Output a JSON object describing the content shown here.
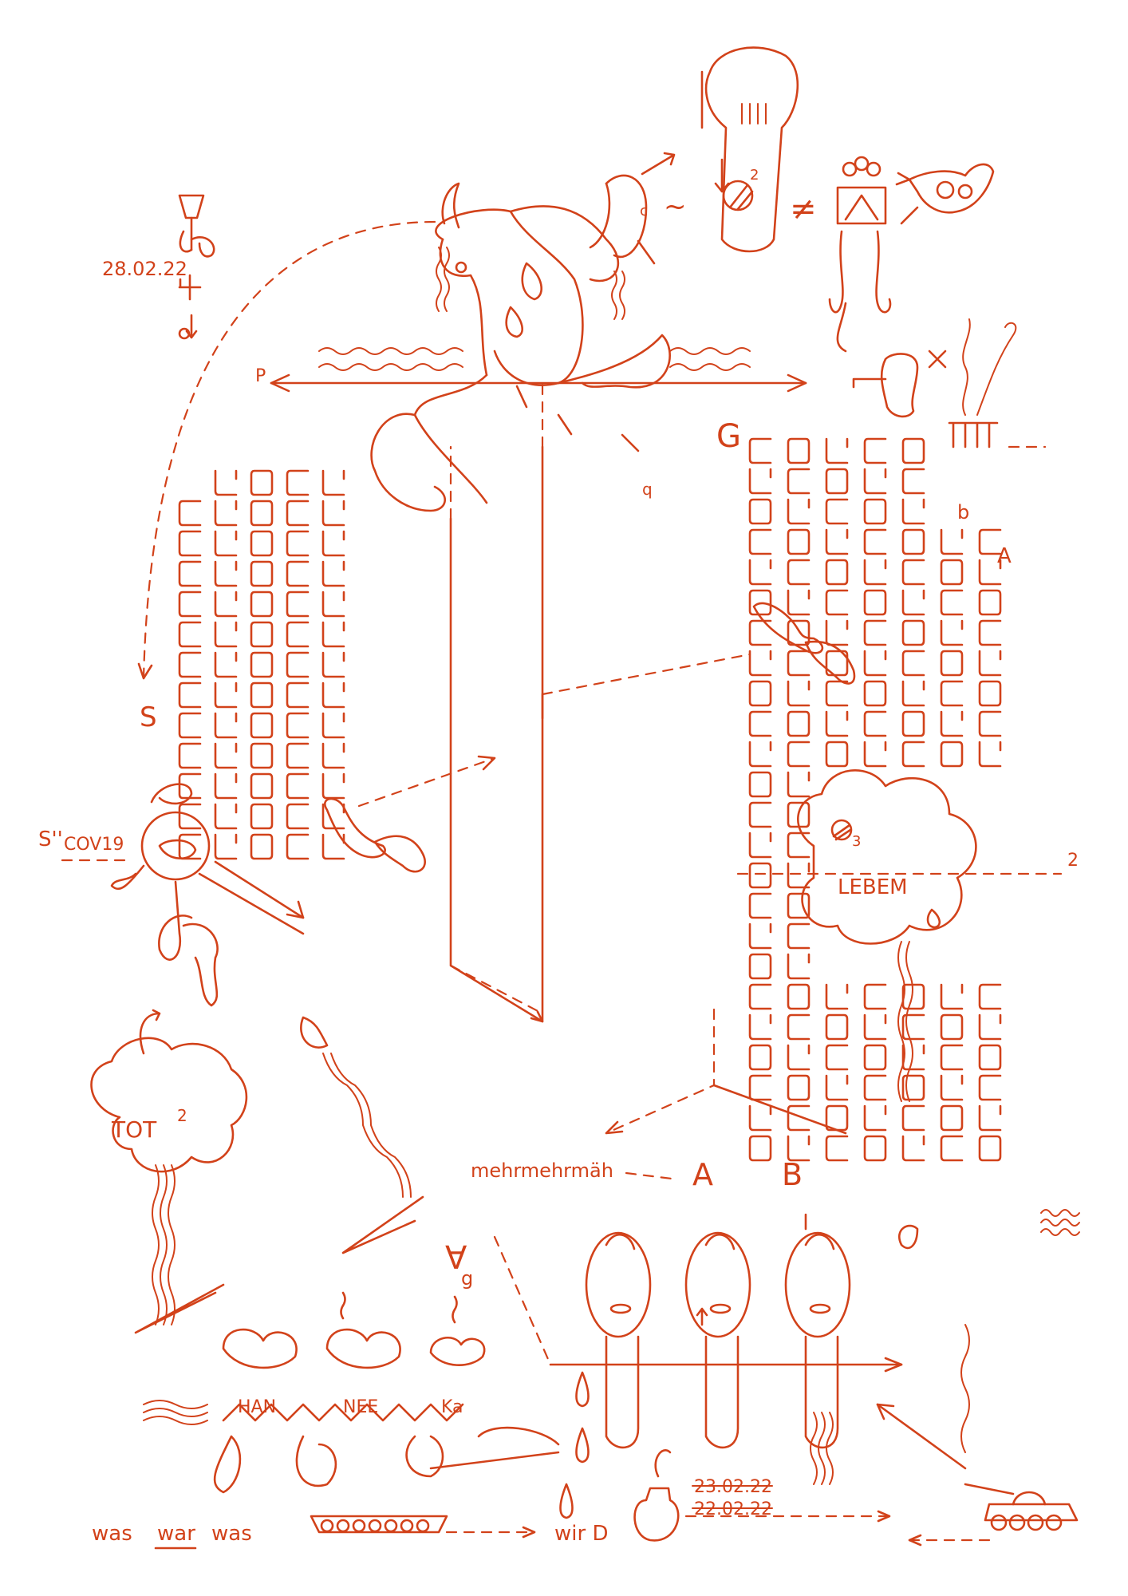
{
  "ink_color": "#d2421a",
  "texts": {
    "date_top": "28.02.22",
    "label_s_dbl": "S''",
    "label_cov19": "COV19",
    "label_s": "S",
    "label_p": "P",
    "label_q_small": "q",
    "label_c_small": "c",
    "label_g_big": "G",
    "label_a_upper": "A",
    "label_b_lower": "b",
    "label_lebem": "LEBEM",
    "label_two": "2",
    "label_tot": "TOT",
    "label_tot_sup": "2",
    "label_mehr": "mehrmehrmäh",
    "label_a_mid": "A",
    "label_b_mid": "B",
    "label_forall": "∀",
    "label_han": "HAN",
    "label_nee": "NEE",
    "label_ka": "Ka",
    "label_g_small": "g",
    "label_was_1": "was",
    "label_war": "war",
    "label_was_2": "was",
    "label_wird": "wir D",
    "date_struck_1": "23.02.22",
    "date_struck_2": "22.02.22",
    "label_neq": "≠",
    "label_tilde": "~",
    "label_sup2": "2",
    "label_sup3": "3"
  },
  "icons": [
    "figure-icon",
    "cloud-icon",
    "bird-icon",
    "tank-icon",
    "teardrop-icon",
    "shoe-icon",
    "wavy-line-icon",
    "grid-tile-icon"
  ]
}
